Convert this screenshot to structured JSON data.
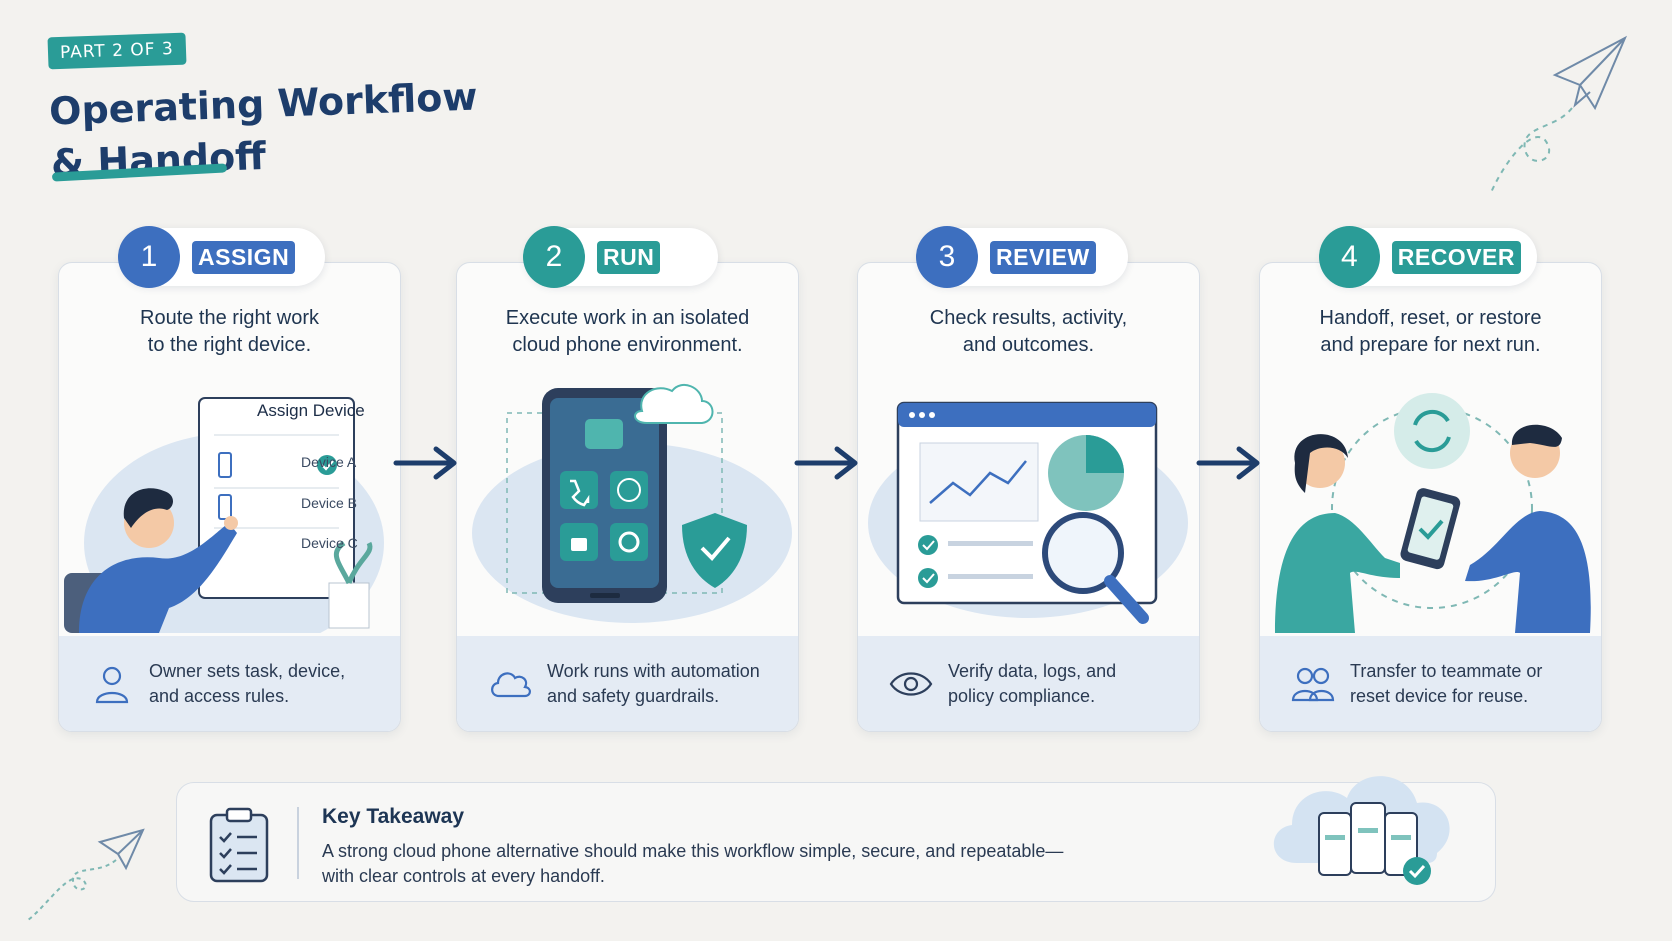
{
  "header": {
    "part_tag": "PART 2 OF 3",
    "title_line1": "Operating Workflow",
    "title_line2": "& Handoff"
  },
  "steps": [
    {
      "number": "1",
      "label": "ASSIGN",
      "desc_line1": "Route the right work",
      "desc_line2": "to the right device.",
      "foot_line1": "Owner sets task, device,",
      "foot_line2": "and access rules.",
      "foot_icon": "person-icon",
      "color": "#3d6fbf"
    },
    {
      "number": "2",
      "label": "RUN",
      "desc_line1": "Execute work in an isolated",
      "desc_line2": "cloud phone environment.",
      "foot_line1": "Work runs with automation",
      "foot_line2": "and safety guardrails.",
      "foot_icon": "cloud-icon",
      "color": "#2a9c97"
    },
    {
      "number": "3",
      "label": "REVIEW",
      "desc_line1": "Check results, activity,",
      "desc_line2": "and outcomes.",
      "foot_line1": "Verify data, logs, and",
      "foot_line2": "policy compliance.",
      "foot_icon": "eye-icon",
      "color": "#3d6fbf"
    },
    {
      "number": "4",
      "label": "RECOVER",
      "desc_line1": "Handoff, reset, or restore",
      "desc_line2": "and prepare for next run.",
      "foot_line1": "Transfer to teammate or",
      "foot_line2": "reset device for reuse.",
      "foot_icon": "people-icon",
      "color": "#2a9c97"
    }
  ],
  "assign_panel": {
    "title": "Assign Device",
    "devices": [
      "Device A",
      "Device B",
      "Device C"
    ]
  },
  "takeaway": {
    "title": "Key Takeaway",
    "body_line1": "A strong cloud phone alternative should make this workflow simple, secure, and repeatable—",
    "body_line2": "with clear controls at every handoff."
  }
}
